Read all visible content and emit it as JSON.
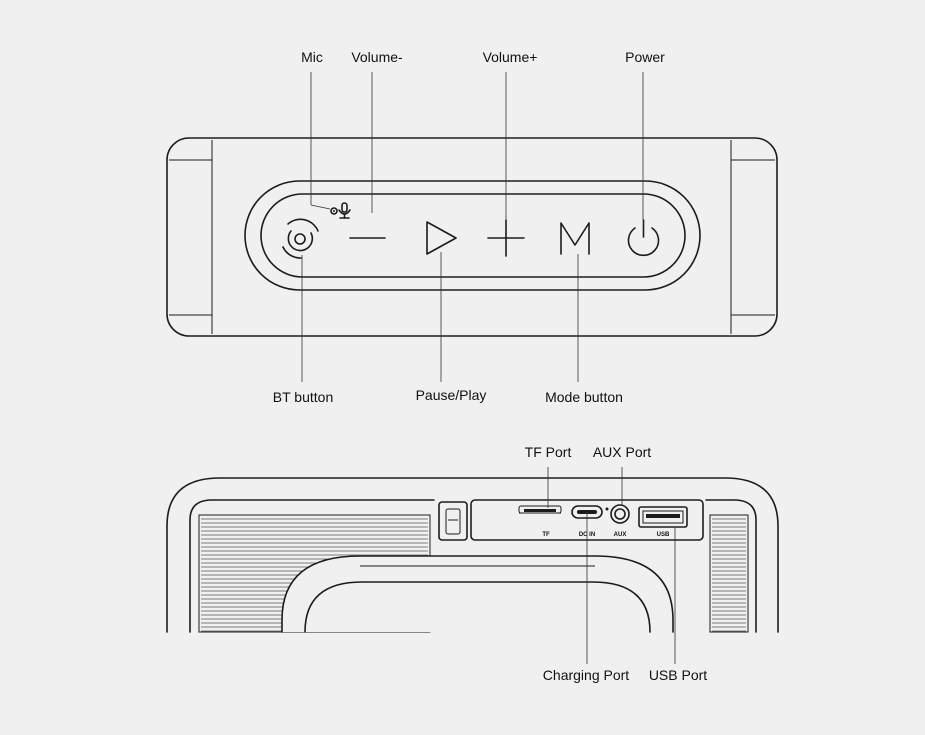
{
  "top_view": {
    "labels": {
      "mic": "Mic",
      "volume_down": "Volume-",
      "volume_up": "Volume+",
      "power": "Power",
      "bt_button": "BT button",
      "pause_play": "Pause/Play",
      "mode_button": "Mode button"
    }
  },
  "back_view": {
    "labels": {
      "tf_port": "TF Port",
      "aux_port": "AUX Port",
      "charging_port": "Charging Port",
      "usb_port": "USB Port"
    },
    "port_markings": {
      "tf": "TF",
      "dc_in": "DC IN",
      "aux": "AUX",
      "usb": "USB"
    }
  },
  "colors": {
    "background": "#f0f0f0",
    "line": "#1c1c1c"
  },
  "icons": [
    "bluetooth-icon",
    "minus-icon",
    "play-icon",
    "plus-icon",
    "mode-m-icon",
    "power-icon",
    "mic-icon"
  ]
}
